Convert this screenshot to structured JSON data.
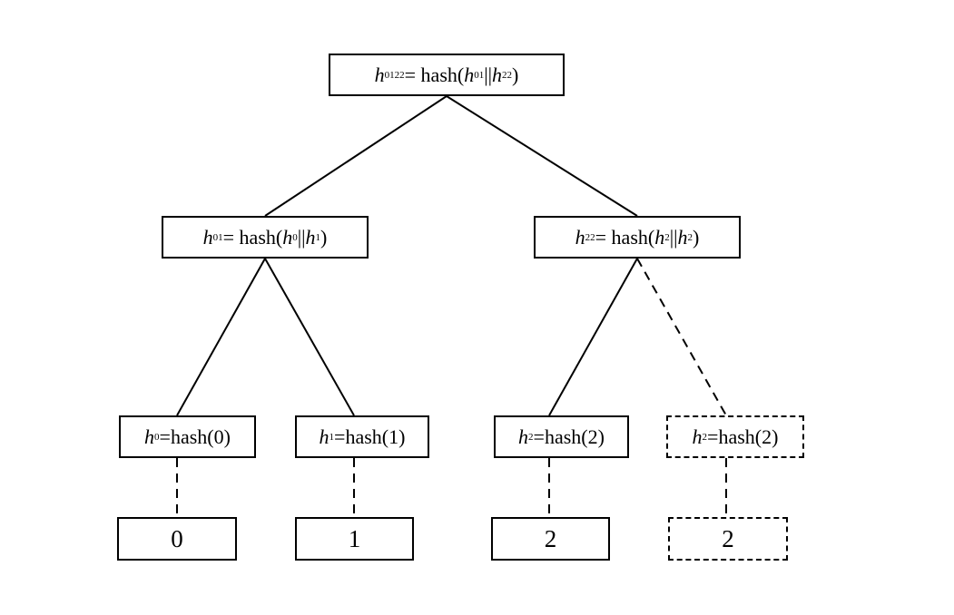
{
  "nodes": {
    "root": {
      "h": "h",
      "sub": "0122",
      "op": "= hash(",
      "a": "h",
      "a_sub": "01",
      "sep": "|| ",
      "b": "h",
      "b_sub": "22",
      "close": ")"
    },
    "n01": {
      "h": "h",
      "sub": "01",
      "op": "= hash(",
      "a": "h",
      "a_sub": "0",
      "sep": "|| ",
      "b": "h",
      "b_sub": "1",
      "close": ")"
    },
    "n22": {
      "h": "h",
      "sub": "22",
      "op": "= hash(",
      "a": "h",
      "a_sub": "2",
      "sep": "|| ",
      "b": "h",
      "b_sub": "2",
      "close": ")"
    },
    "h0": {
      "h": "h",
      "sub": "0",
      "expr": "=hash(0)"
    },
    "h1": {
      "h": "h",
      "sub": "1",
      "expr": "=hash(1)"
    },
    "h2": {
      "h": "h",
      "sub": "2",
      "expr": "=hash(2)"
    },
    "h2dup": {
      "h": "h",
      "sub": "2",
      "expr": "=hash(2)"
    }
  },
  "leaves": {
    "d0": "0",
    "d1": "1",
    "d2": "2",
    "d2dup": "2"
  }
}
